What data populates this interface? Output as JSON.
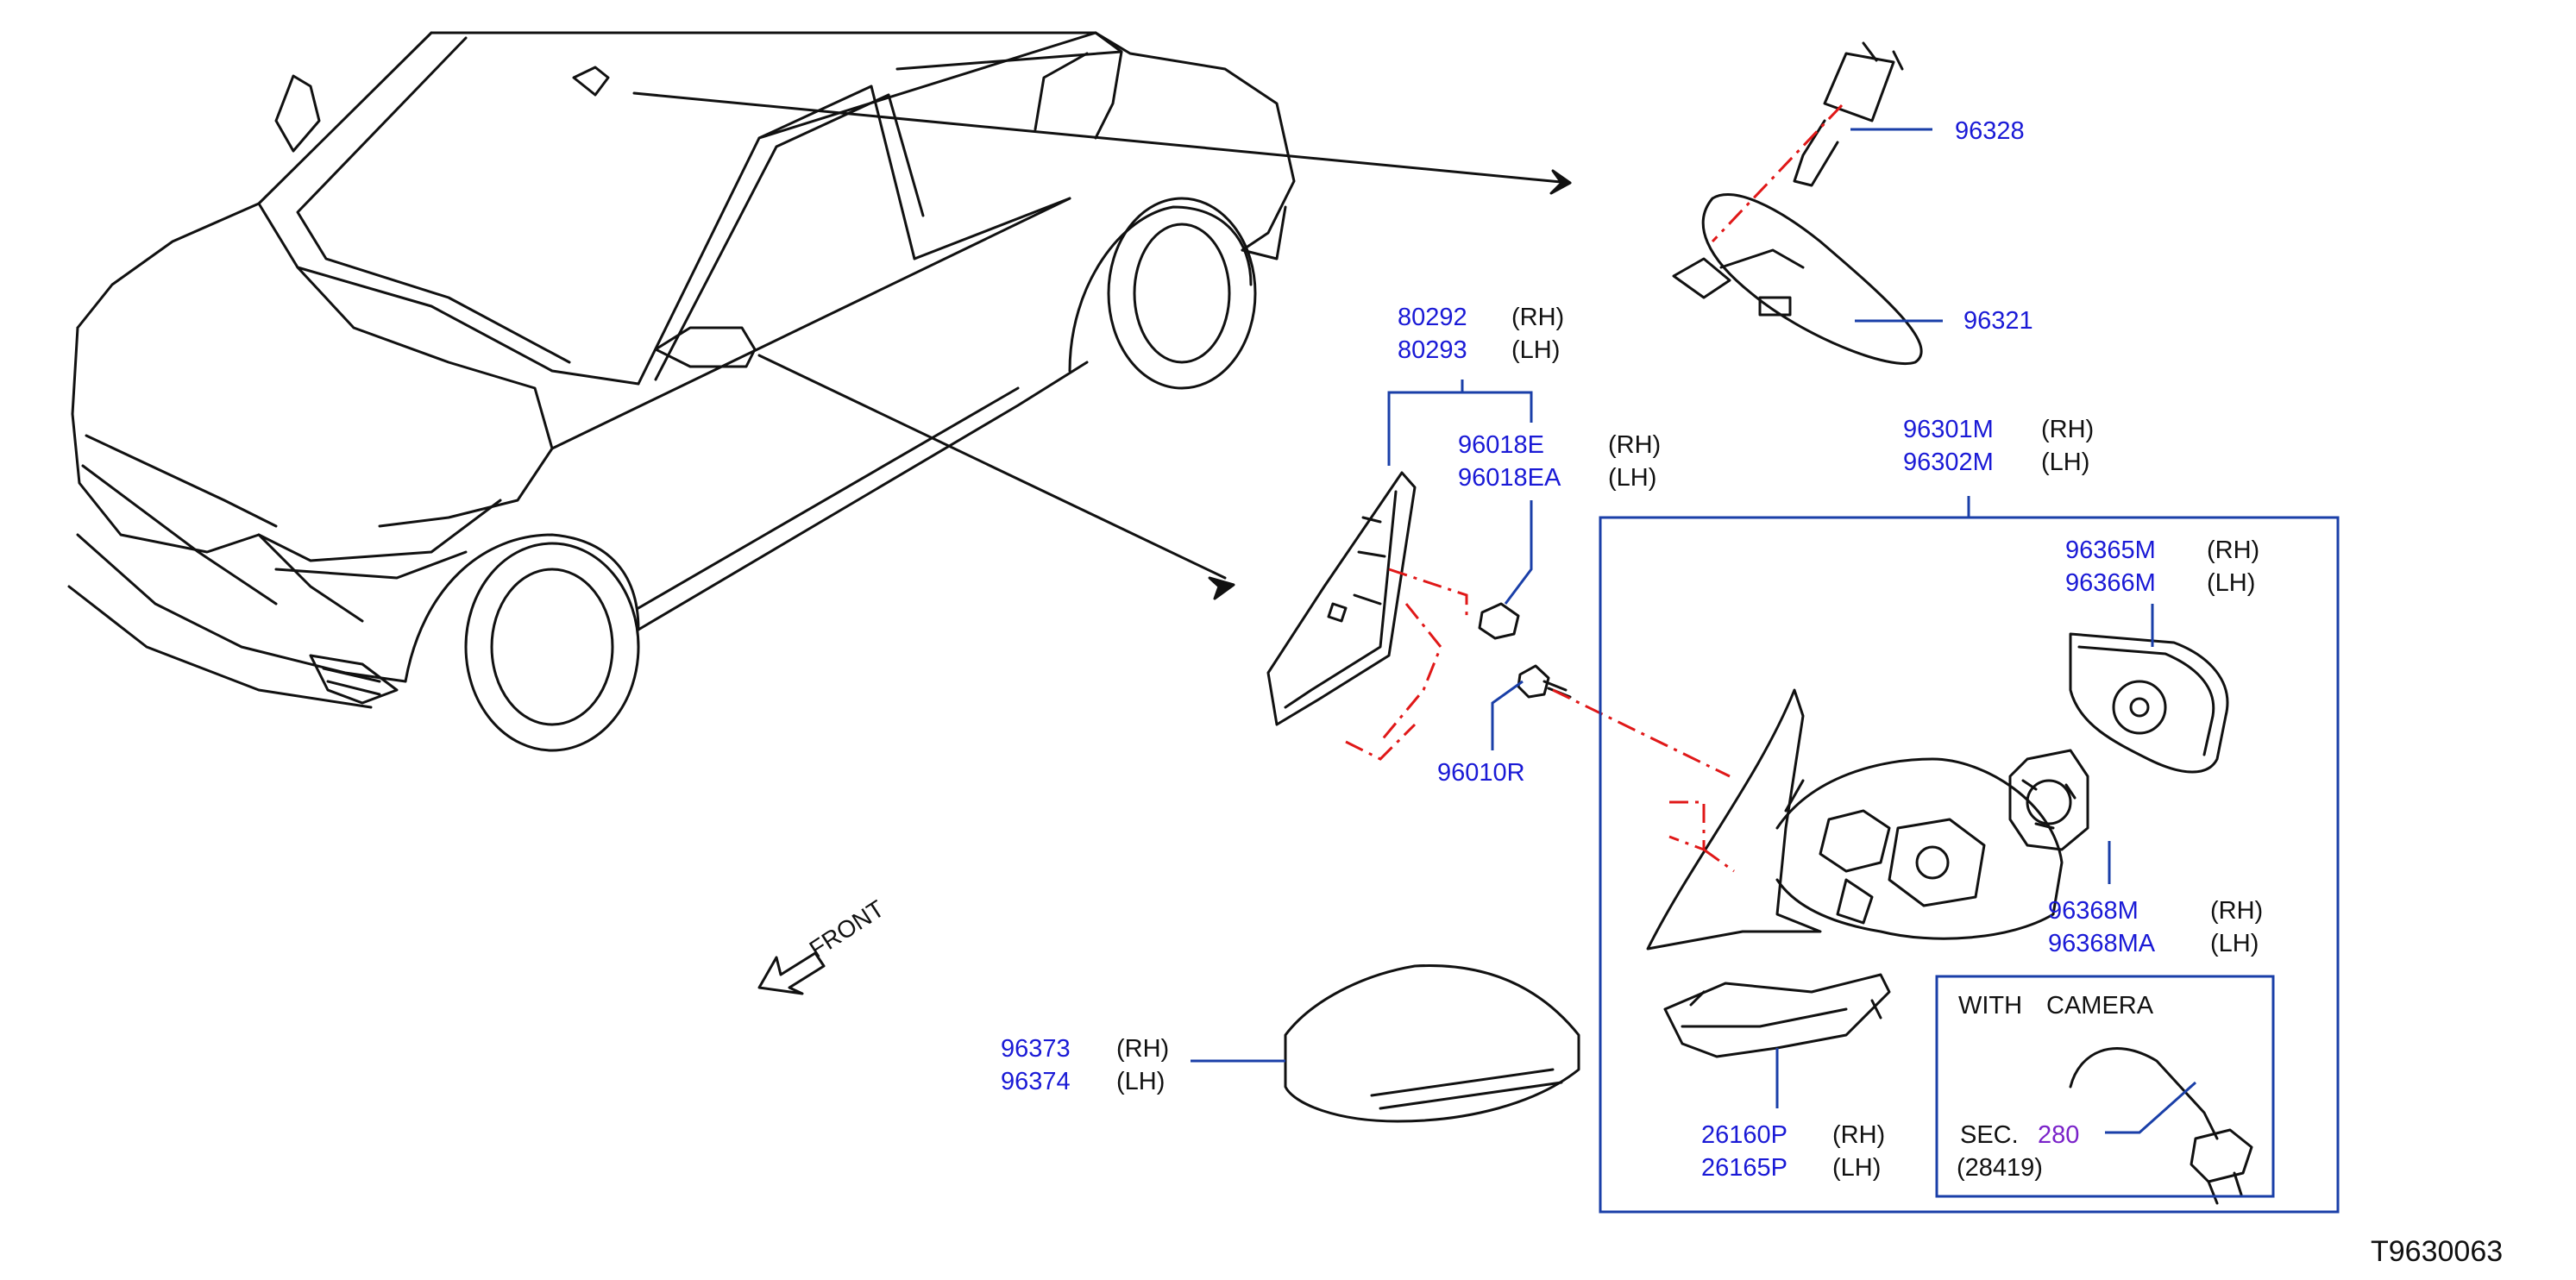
{
  "parts": {
    "p96328": "96328",
    "p96321": "96321",
    "p80292": "80292",
    "p80293": "80293",
    "p96018E": "96018E",
    "p96018EA": "96018EA",
    "p96301M": "96301M",
    "p96302M": "96302M",
    "p96365M": "96365M",
    "p96366M": "96366M",
    "p96010R": "96010R",
    "p96368M": "96368M",
    "p96368MA": "96368MA",
    "p96373": "96373",
    "p96374": "96374",
    "p26160P": "26160P",
    "p26165P": "26165P"
  },
  "sides": {
    "rh": "(RH)",
    "lh": "(LH)"
  },
  "camera_box": {
    "title_with": "WITH",
    "title_camera": "CAMERA",
    "sec_label": "SEC.",
    "sec_number": "280",
    "sub_part": "(28419)"
  },
  "front_label": "FRONT",
  "diagram_id": "T9630063",
  "colors": {
    "part_number": "#1a1ad6",
    "leader": "#1a3fa8",
    "box": "#1a3fa8",
    "section_ref": "#7a22c9",
    "centerline": "#e01818",
    "drawing": "#111111"
  }
}
